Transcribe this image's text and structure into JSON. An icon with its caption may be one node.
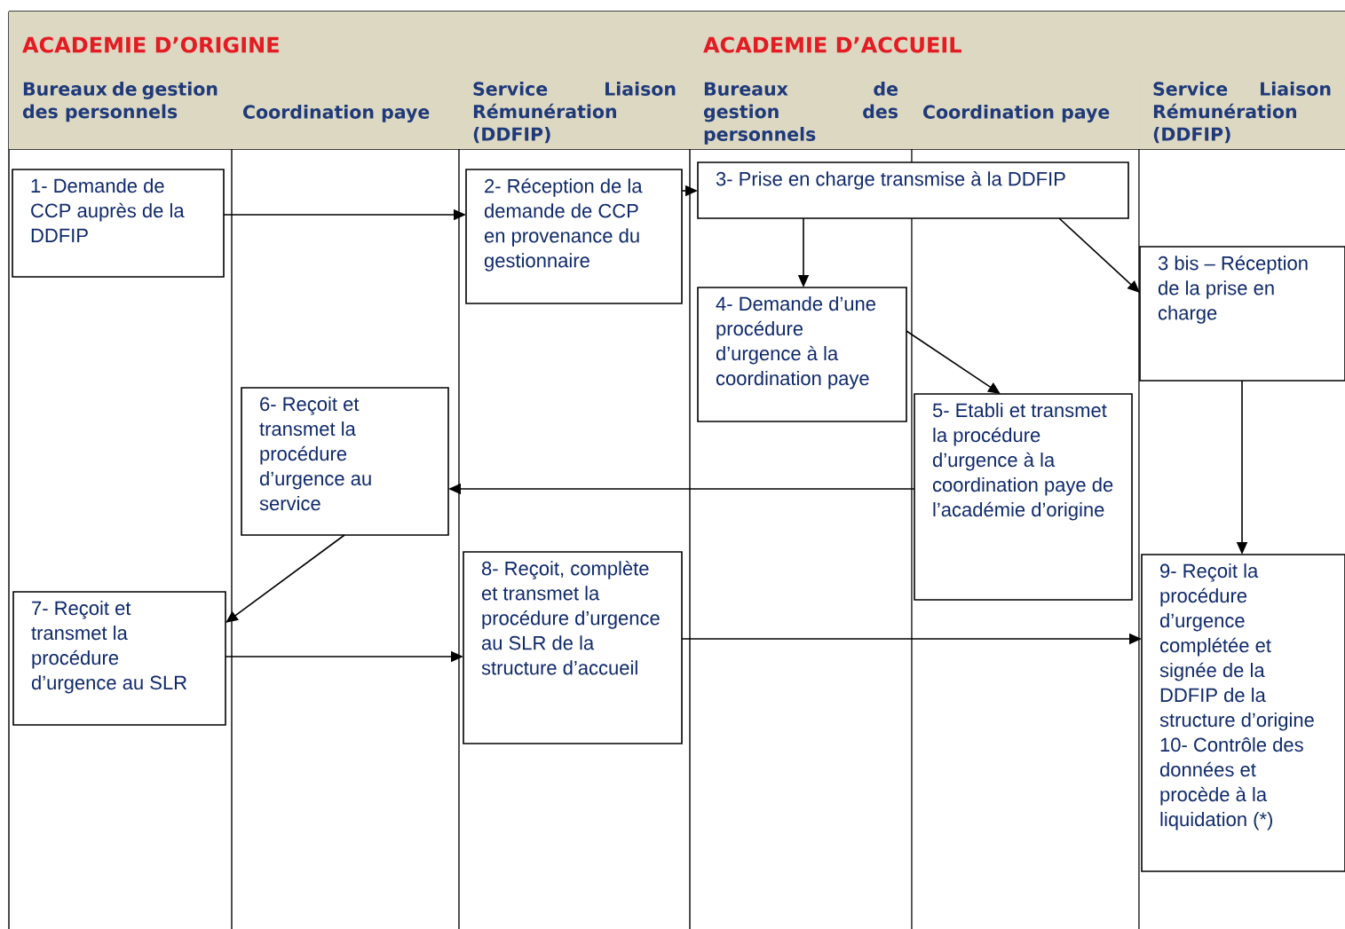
{
  "diagram": {
    "nodes": [
      {
        "text": [
          "ACADEMIE D’ORIGINE"
        ]
      },
      {
        "text": [
          "ACADEMIE D’ACCUEIL"
        ]
      },
      {
        "text": [
          "Bureaux de gestion des personnels"
        ]
      },
      {
        "text": [
          "Coordination paye"
        ]
      },
      {
        "text": [
          "Service Liaison Rémunération (DDFIP)"
        ]
      },
      {
        "text": [
          "Bureaux de gestion des personnels"
        ]
      },
      {
        "text": [
          "Coordination paye"
        ]
      },
      {
        "text": [
          "Service Liaison Rémunération (DDFIP)"
        ]
      },
      {
        "text": [
          "1- Demande de CCP auprès de la DDFIP"
        ]
      },
      {
        "text": [
          "2- Réception de la demande de CCP en provenance du gestionnaire"
        ]
      },
      {
        "text": [
          "3- Prise en charge transmise à la DDFIP"
        ]
      },
      {
        "text": [
          "3 bis – Réception de la prise en charge"
        ]
      },
      {
        "text": [
          "4- Demande d’une procédure d’urgence à la coordination paye"
        ]
      },
      {
        "text": [
          "5- Etabli et transmet la procédure d’urgence à la coordination paye de l’académie d’origine"
        ]
      },
      {
        "text": [
          "6- Reçoit et transmet la procédure d’urgence au service"
        ]
      },
      {
        "text": [
          "7- Reçoit et transmet la procédure d’urgence au SLR"
        ]
      },
      {
        "text": [
          "8- Reçoit, complète et transmet la procédure d’urgence au SLR de la structure d’accueil"
        ]
      },
      {
        "text": [
          "9- Reçoit la procédure d’urgence complétée et signée de la DDFIP de la structure d’origine",
          "10- Contrôle des données et procède à la liquidation (*)"
        ]
      }
    ],
    "edges": [
      {
        "from": 8,
        "to": 9,
        "arrow": "to"
      },
      {
        "from": 9,
        "to": 10,
        "arrow": "to"
      },
      {
        "from": 10,
        "to": 12,
        "arrow": "to"
      },
      {
        "from": 10,
        "to": 11,
        "arrow": "to"
      },
      {
        "from": 12,
        "to": 13,
        "arrow": "to"
      },
      {
        "from": 13,
        "to": 14,
        "arrow": "to"
      },
      {
        "from": 14,
        "to": 15,
        "arrow": "to"
      },
      {
        "from": 15,
        "to": 16,
        "arrow": "to"
      },
      {
        "from": 16,
        "to": 17,
        "arrow": "to"
      },
      {
        "from": 11,
        "to": 17,
        "arrow": "to"
      }
    ]
  }
}
